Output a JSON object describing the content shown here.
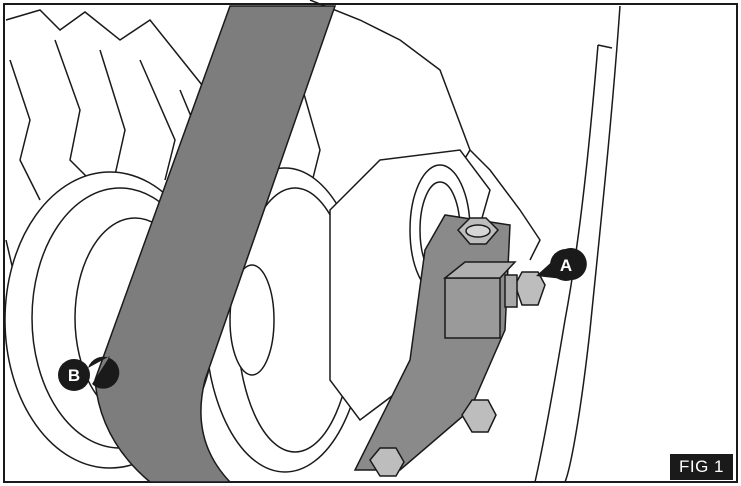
{
  "figure": {
    "label": "FIG 1",
    "callouts": [
      {
        "id": "A",
        "label": "A"
      },
      {
        "id": "B",
        "label": "B"
      }
    ]
  },
  "colors": {
    "background": "#ffffff",
    "line": "#1a1a1a",
    "belt": "#7d7d7d",
    "bracket": "#8a8a8a",
    "callout": "#1a1a1a"
  }
}
